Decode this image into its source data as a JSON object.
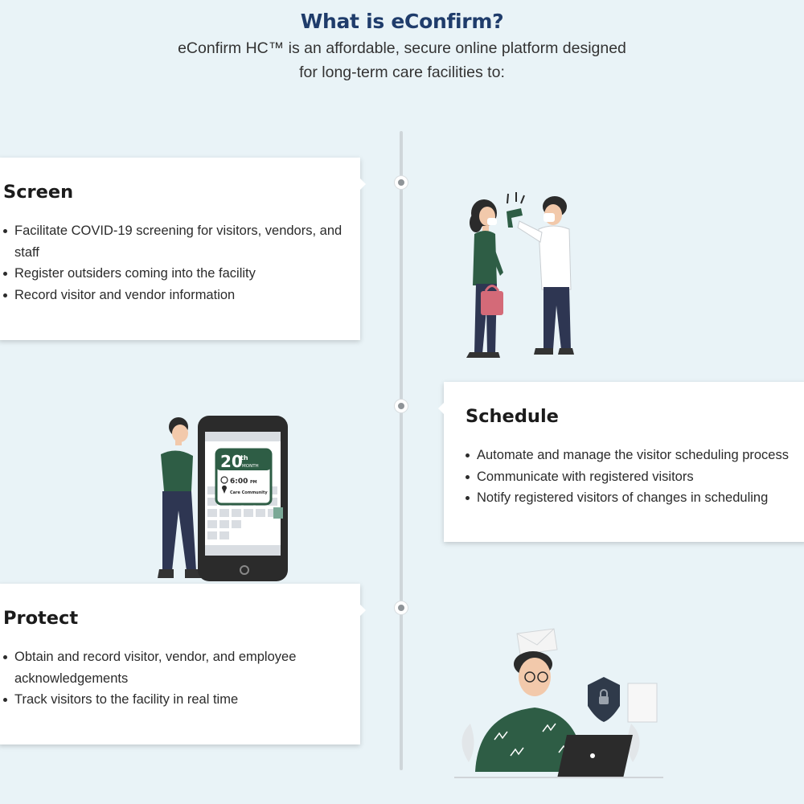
{
  "header": {
    "title": "What is eConfirm?",
    "subtitle_line1": "eConfirm HC™ is an affordable, secure online platform designed",
    "subtitle_line2": "for long-term care facilities to:"
  },
  "sections": [
    {
      "title": "Screen",
      "items": [
        "Facilitate COVID-19 screening for visitors, vendors, and staff",
        "Register outsiders coming into the facility",
        "Record visitor and vendor information"
      ]
    },
    {
      "title": "Schedule",
      "items": [
        "Automate and manage the visitor scheduling process",
        "Communicate with registered visitors",
        "Notify registered visitors of changes in scheduling"
      ]
    },
    {
      "title": "Protect",
      "items": [
        "Obtain and record visitor, vendor, and employee acknowledgements",
        "Track visitors to the facility in real time"
      ]
    }
  ],
  "phone": {
    "day": "20",
    "day_suffix": "th",
    "month": "MONTH",
    "time": "6:00",
    "time_suffix": "PM",
    "place": "Care Community"
  },
  "colors": {
    "title": "#1f3c6b",
    "background": "#e9f3f7",
    "accent_green": "#2e5d45"
  }
}
